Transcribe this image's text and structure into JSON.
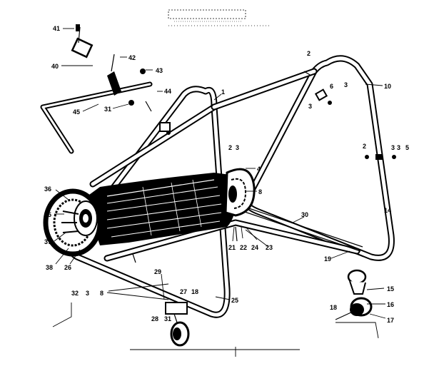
{
  "diagram": {
    "type": "exploded-parts-diagram",
    "colors": {
      "ink": "#000000",
      "paper": "#ffffff"
    },
    "callouts": [
      {
        "id": "c41",
        "text": "41"
      },
      {
        "id": "c42",
        "text": "42"
      },
      {
        "id": "c40",
        "text": "40"
      },
      {
        "id": "c43",
        "text": "43"
      },
      {
        "id": "c44",
        "text": "44"
      },
      {
        "id": "c45",
        "text": "45"
      },
      {
        "id": "c31a",
        "text": "31"
      },
      {
        "id": "c1",
        "text": "1"
      },
      {
        "id": "c2a",
        "text": "2"
      },
      {
        "id": "c3a",
        "text": "3"
      },
      {
        "id": "c6",
        "text": "6"
      },
      {
        "id": "c3b",
        "text": "3"
      },
      {
        "id": "c10",
        "text": "10"
      },
      {
        "id": "c2b",
        "text": "2"
      },
      {
        "id": "c3c",
        "text": "3"
      },
      {
        "id": "c4",
        "text": "4"
      },
      {
        "id": "c2c",
        "text": "2"
      },
      {
        "id": "c3d",
        "text": "3"
      },
      {
        "id": "c3e",
        "text": "3"
      },
      {
        "id": "c5",
        "text": "5"
      },
      {
        "id": "c8a",
        "text": "8"
      },
      {
        "id": "c14",
        "text": "14"
      },
      {
        "id": "c36",
        "text": "36"
      },
      {
        "id": "c35",
        "text": "35"
      },
      {
        "id": "c37",
        "text": "37"
      },
      {
        "id": "c38",
        "text": "38"
      },
      {
        "id": "c26",
        "text": "26"
      },
      {
        "id": "c21",
        "text": "21"
      },
      {
        "id": "c22",
        "text": "22"
      },
      {
        "id": "c24",
        "text": "24"
      },
      {
        "id": "c23",
        "text": "23"
      },
      {
        "id": "c30",
        "text": "30"
      },
      {
        "id": "c19",
        "text": "19"
      },
      {
        "id": "c15",
        "text": "15"
      },
      {
        "id": "c16",
        "text": "16"
      },
      {
        "id": "c18a",
        "text": "18"
      },
      {
        "id": "c17",
        "text": "17"
      },
      {
        "id": "c32",
        "text": "32"
      },
      {
        "id": "c3f",
        "text": "3"
      },
      {
        "id": "c8b",
        "text": "8"
      },
      {
        "id": "c29",
        "text": "29"
      },
      {
        "id": "c27",
        "text": "27"
      },
      {
        "id": "c18b",
        "text": "18"
      },
      {
        "id": "c25",
        "text": "25"
      },
      {
        "id": "c28",
        "text": "28"
      },
      {
        "id": "c31b",
        "text": "31"
      }
    ]
  }
}
